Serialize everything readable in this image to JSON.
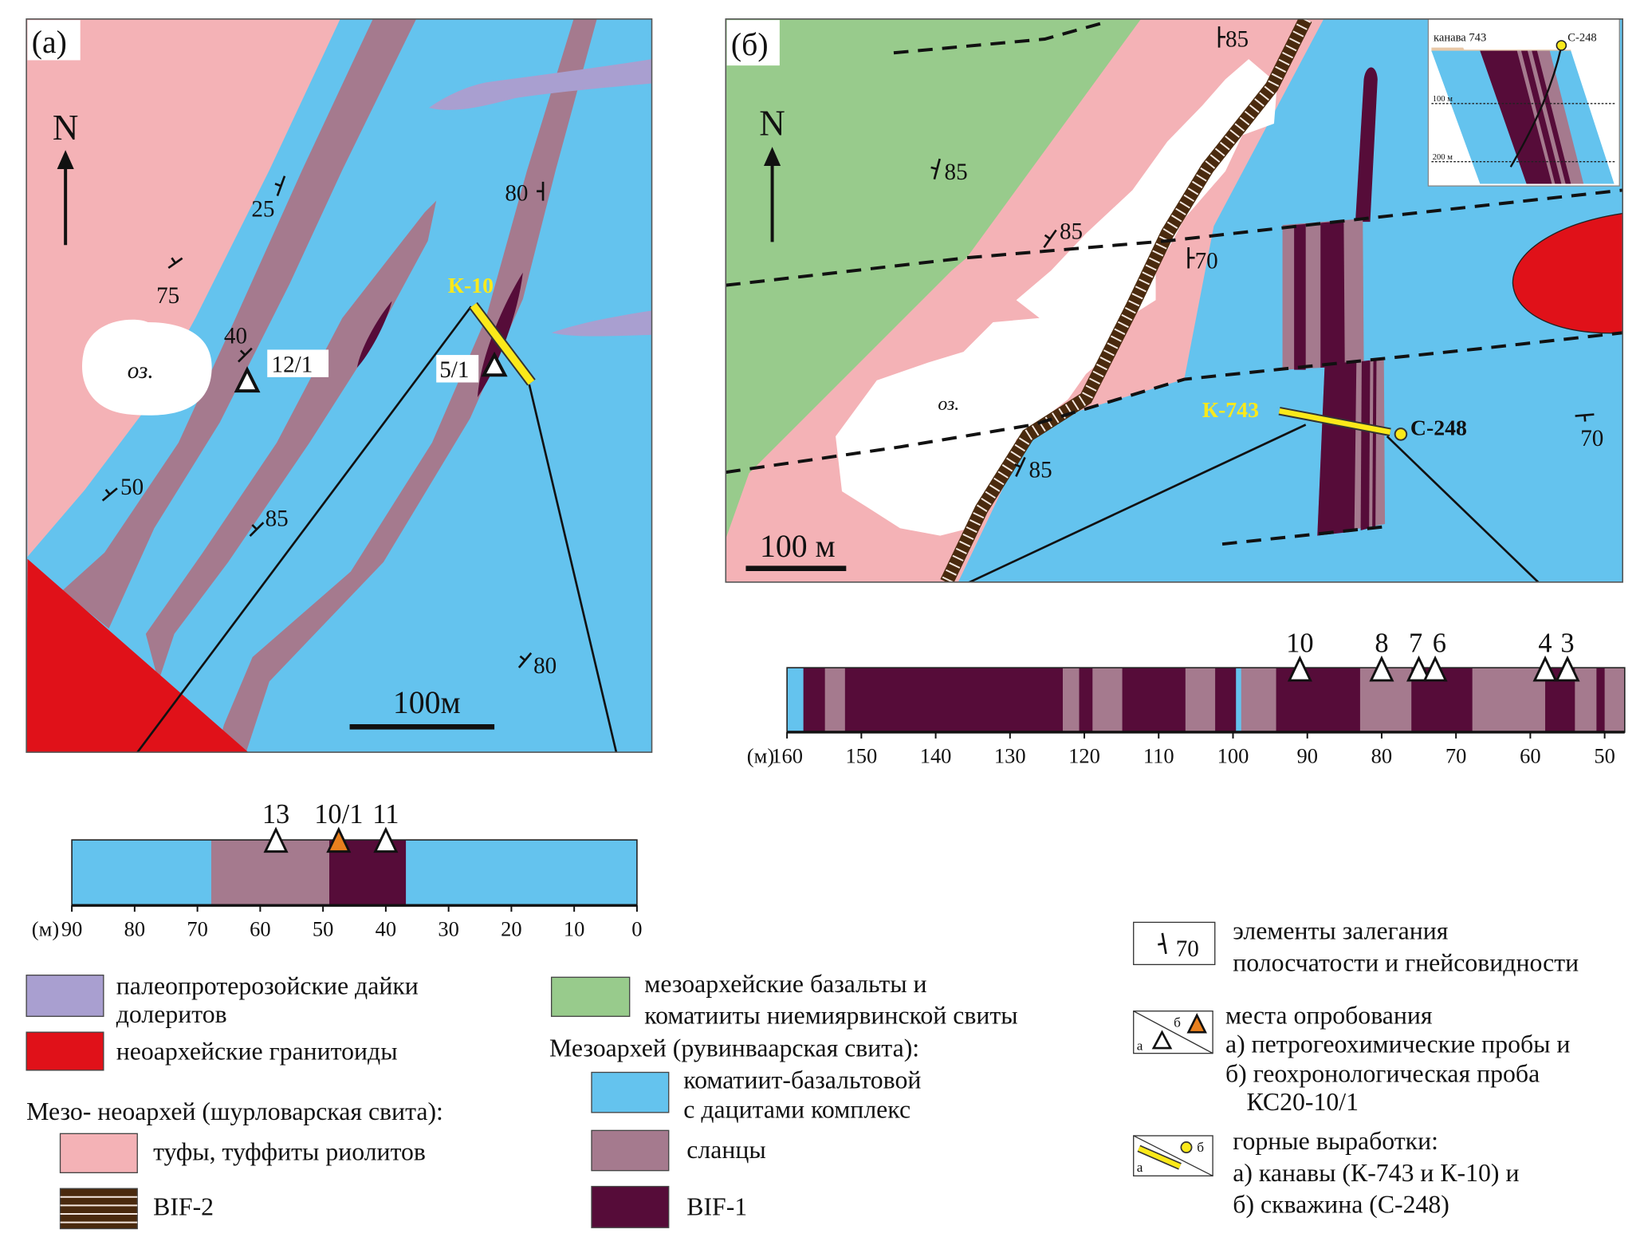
{
  "colors": {
    "blue": "#64c3ee",
    "pink": "#f4b2b6",
    "mauve": "#a57a8e",
    "dark": "#560c39",
    "red": "#e01119",
    "green": "#98cb8c",
    "dyke": "#a99fd0",
    "bif2": "#4a2a0e",
    "yellow": "#fbe91a",
    "orange": "#e8801e"
  },
  "map_a": {
    "label": "(а)",
    "north": "N",
    "lake": "оз.",
    "dips": [
      "25",
      "75",
      "40",
      "50",
      "85",
      "80",
      "80"
    ],
    "samples": [
      "12/1",
      "5/1"
    ],
    "trench": "К-10",
    "scale": "100м"
  },
  "map_b": {
    "label": "(б)",
    "north": "N",
    "lake": "оз.",
    "dips": [
      "85",
      "85",
      "85",
      "70",
      "85",
      "70"
    ],
    "trench": "К-743",
    "borehole": "С-248",
    "scale": "100 м",
    "inset": {
      "trench": "канава 743",
      "borehole": "С-248",
      "depth1": "100 м",
      "depth2": "200 м"
    }
  },
  "section_a": {
    "unit": "(м)",
    "ticks": [
      90,
      80,
      70,
      60,
      50,
      40,
      30,
      20,
      10,
      0
    ],
    "intervals": [
      {
        "from": 90,
        "to": 67.8,
        "lith": "blue"
      },
      {
        "from": 67.8,
        "to": 49,
        "lith": "mauve"
      },
      {
        "from": 49,
        "to": 45.4,
        "lith": "dark"
      },
      {
        "from": 45.4,
        "to": 36.8,
        "lith": "dark"
      },
      {
        "from": 36.8,
        "to": 0,
        "lith": "blue"
      }
    ],
    "samples": [
      {
        "label": "13",
        "m": 57.5,
        "kind": "a"
      },
      {
        "label": "10/1",
        "m": 47.5,
        "kind": "b"
      },
      {
        "label": "11",
        "m": 40,
        "kind": "a"
      }
    ]
  },
  "section_b": {
    "unit": "(м)",
    "ticks": [
      160,
      150,
      140,
      130,
      120,
      110,
      100,
      90,
      80,
      70,
      60,
      50
    ],
    "intervals": [
      {
        "from": 160,
        "to": 157.8,
        "lith": "blue"
      },
      {
        "from": 157.8,
        "to": 154.9,
        "lith": "dark"
      },
      {
        "from": 154.9,
        "to": 152.2,
        "lith": "mauve"
      },
      {
        "from": 152.2,
        "to": 122.9,
        "lith": "dark"
      },
      {
        "from": 122.9,
        "to": 120.7,
        "lith": "mauve"
      },
      {
        "from": 120.7,
        "to": 118.9,
        "lith": "dark"
      },
      {
        "from": 118.9,
        "to": 114.9,
        "lith": "mauve"
      },
      {
        "from": 114.9,
        "to": 106.4,
        "lith": "dark"
      },
      {
        "from": 106.4,
        "to": 102.4,
        "lith": "mauve"
      },
      {
        "from": 102.4,
        "to": 99.6,
        "lith": "dark"
      },
      {
        "from": 99.6,
        "to": 98.9,
        "lith": "blue"
      },
      {
        "from": 98.9,
        "to": 94.2,
        "lith": "mauve"
      },
      {
        "from": 94.2,
        "to": 82.9,
        "lith": "dark"
      },
      {
        "from": 82.9,
        "to": 76,
        "lith": "mauve"
      },
      {
        "from": 76,
        "to": 67.8,
        "lith": "dark"
      },
      {
        "from": 67.8,
        "to": 58,
        "lith": "mauve"
      },
      {
        "from": 58,
        "to": 54,
        "lith": "dark"
      },
      {
        "from": 54,
        "to": 51.1,
        "lith": "mauve"
      },
      {
        "from": 51.1,
        "to": 50,
        "lith": "dark"
      },
      {
        "from": 50,
        "to": 47.3,
        "lith": "mauve"
      }
    ],
    "samples": [
      {
        "label": "10",
        "m": 91,
        "kind": "a"
      },
      {
        "label": "8",
        "m": 80,
        "kind": "a"
      },
      {
        "label": "7",
        "m": 75,
        "kind": "a"
      },
      {
        "label": "6",
        "m": 72.8,
        "kind": "a"
      },
      {
        "label": "4",
        "m": 58,
        "kind": "a"
      },
      {
        "label": "3",
        "m": 55,
        "kind": "a"
      }
    ]
  },
  "legend": {
    "dykes": [
      "палеопротерозойские дайки",
      "долеритов"
    ],
    "granitoids": "неоархейские гранитоиды",
    "shurlovar_header": "Мезо- неоархей (шурловарская свита):",
    "tuffs": "туфы, туффиты риолитов",
    "bif2": "BIF-2",
    "basalts": [
      "мезоархейские базальты и",
      "коматииты ниемиярвинской свиты"
    ],
    "ruvinvaara_header": "Мезоархей (рувинваарская свита):",
    "komatiite": [
      "коматиит-базальтовой",
      "с дацитами комплекс"
    ],
    "schists": "сланцы",
    "bif1": "BIF-1",
    "bedding_symbol": "70",
    "bedding": [
      "элементы залегания",
      "полосчатости и гнейсовидности"
    ],
    "sampling_a": "а",
    "sampling_b": "б",
    "sampling": [
      "места опробования",
      "а) петрогеохимические пробы и",
      "б) геохронологическая проба",
      "КС20-10/1"
    ],
    "workings_a": "а",
    "workings_b": "б",
    "workings": [
      "горные выработки:",
      "а) канавы (К-743 и К-10) и",
      "б) скважина (С-248)"
    ]
  }
}
